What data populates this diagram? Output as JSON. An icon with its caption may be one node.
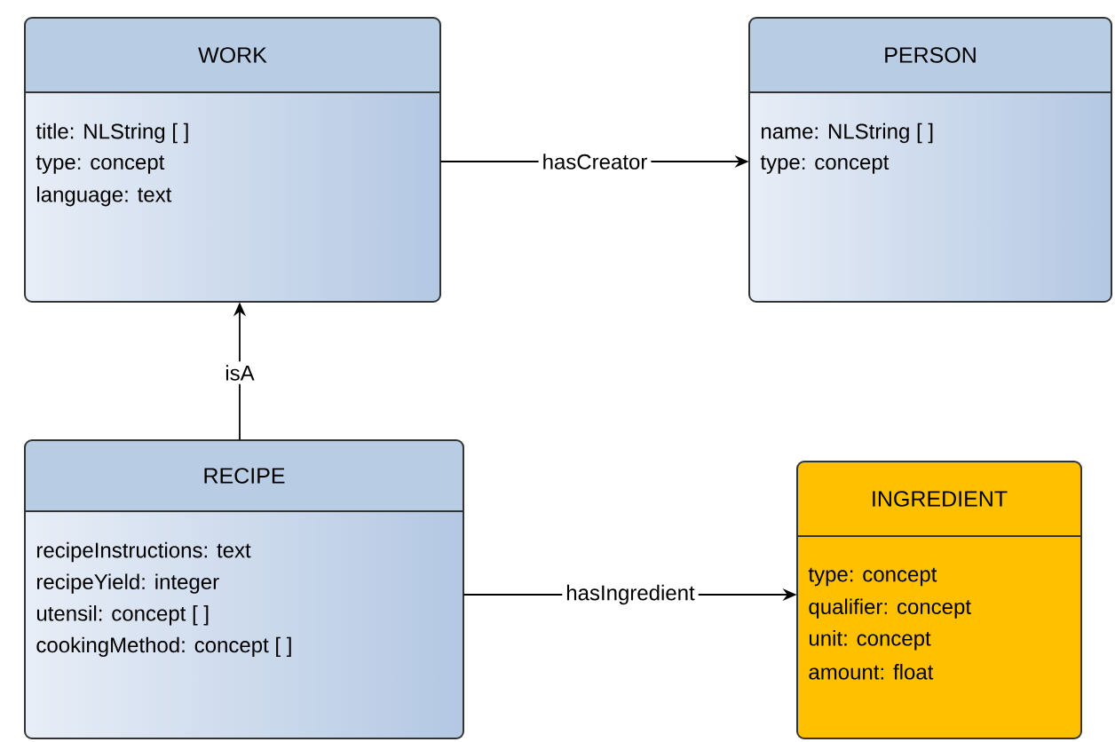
{
  "diagram": {
    "nodes": [
      {
        "text": [
          "WORK",
          "title: NLString [ ]",
          "type: concept",
          "language: text"
        ]
      },
      {
        "text": [
          "PERSON",
          "name: NLString [ ]",
          "type: concept"
        ]
      },
      {
        "text": [
          "RECIPE",
          "recipeInstructions: text",
          "recipeYield: integer",
          "utensil: concept [ ]",
          "cookingMethod: concept [ ]"
        ]
      },
      {
        "text": [
          "INGREDIENT",
          "type: concept",
          "qualifier: concept",
          "unit: concept",
          "amount: float"
        ]
      }
    ],
    "edges": [
      {
        "from": 0,
        "to": 1,
        "arrow": "to",
        "label": "hasCreator"
      },
      {
        "from": 2,
        "to": 0,
        "arrow": "to",
        "label": "isA"
      },
      {
        "from": 2,
        "to": 3,
        "arrow": "to",
        "label": "hasIngredient"
      }
    ]
  }
}
